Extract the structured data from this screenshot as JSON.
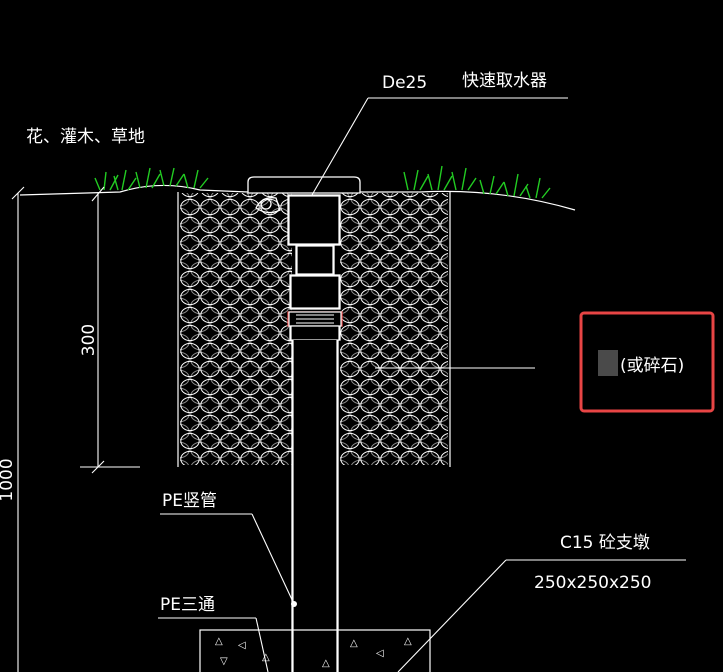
{
  "drawing": {
    "background_color": "#000000",
    "line_color": "#ffffff",
    "grass_color": "#22cc22",
    "highlight_color": "#e84545",
    "labels": {
      "de25": "De25",
      "hydrant": "快速取水器",
      "planting": "花、灌木、草地",
      "dim_300": "300",
      "dim_1000": "1000",
      "gravel": "(或碎石)",
      "pe_riser": "PE竖管",
      "concrete": "C15  砼支墩",
      "concrete_size": "250x250x250",
      "pe_tee": "PE三通"
    }
  }
}
